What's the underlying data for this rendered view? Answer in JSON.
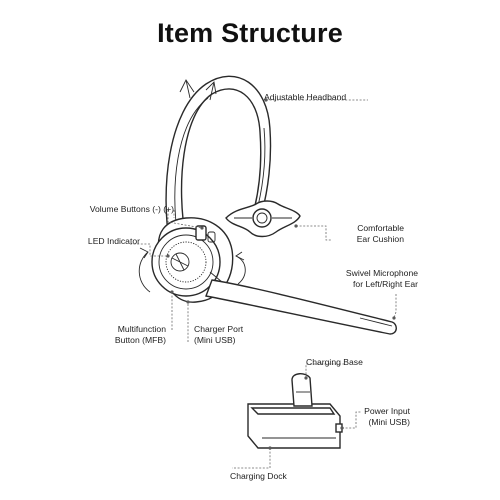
{
  "title": "Item Structure",
  "labels": {
    "adjustable_headband": "Adjustable Headband",
    "volume_buttons": "Volume Buttons (-) (+)",
    "led_indicator": "LED Indicator",
    "ear_cushion_line1": "Comfortable",
    "ear_cushion_line2": "Ear Cushion",
    "swivel_mic_line1": "Swivel Microphone",
    "swivel_mic_line2": "for Left/Right Ear",
    "mfb_line1": "Multifunction",
    "mfb_line2": "Button (MFB)",
    "charger_port_line1": "Charger Port",
    "charger_port_line2": "(Mini USB)",
    "charging_base": "Charging Base",
    "power_input_line1": "Power Input",
    "power_input_line2": "(Mini USB)",
    "charging_dock": "Charging Dock"
  },
  "colors": {
    "line": "#2a2a2a",
    "leader": "#6a6a6a",
    "text": "#222222"
  }
}
